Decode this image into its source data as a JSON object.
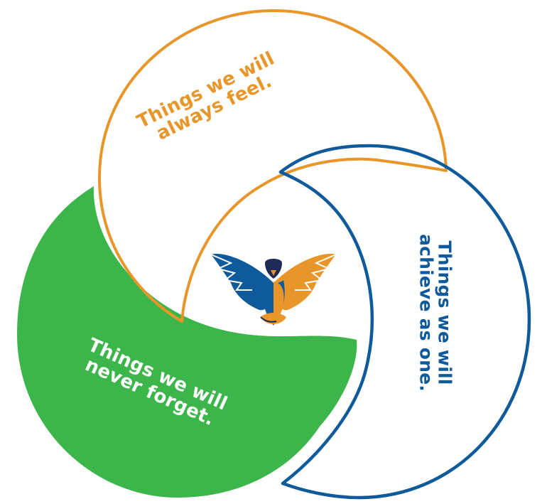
{
  "colors": {
    "orange": "#E8962A",
    "blue": "#0F5A9A",
    "green": "#3CB54A",
    "navy": "#1F2A56",
    "white": "#FFFFFF"
  },
  "labels": {
    "top": {
      "line1": "Things we will",
      "line2": "always feel."
    },
    "right": {
      "line1": "Things we will",
      "line2": "achieve as one."
    },
    "left": {
      "line1": "Things we will",
      "line2": "never forget."
    }
  },
  "icons": {
    "center": "eagle-handshake-logo-icon"
  }
}
